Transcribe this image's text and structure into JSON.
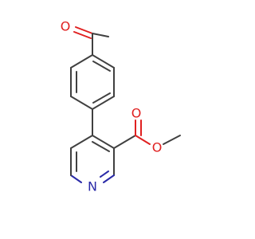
{
  "molecule": {
    "atoms": {
      "aldehyde_oxygen": {
        "symbol": "O",
        "color": "#e02020"
      },
      "ester_carbonyl_oxygen": {
        "symbol": "O",
        "color": "#e02020"
      },
      "ester_ether_oxygen": {
        "symbol": "O",
        "color": "#e02020"
      },
      "pyridine_nitrogen": {
        "symbol": "N",
        "color": "#2a2aa8"
      }
    },
    "bond_color": "#404040"
  }
}
